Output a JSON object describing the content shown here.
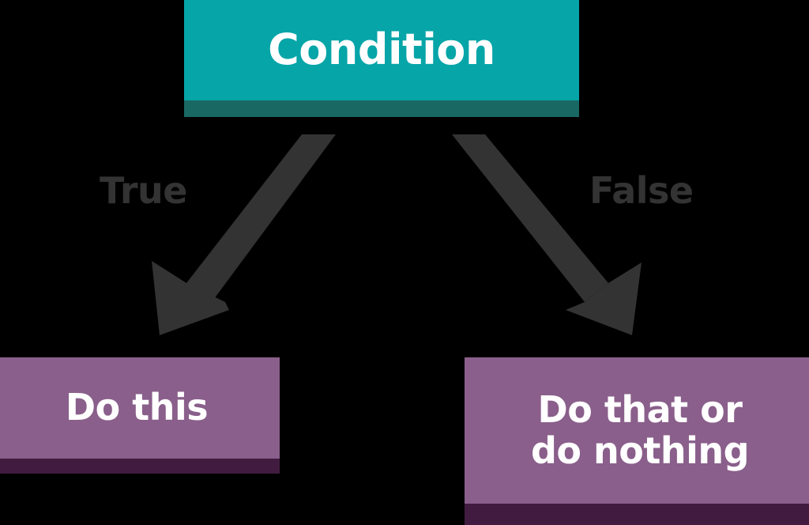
{
  "diagram": {
    "type": "flowchart",
    "title": "if / else conditional flow",
    "background_color": "#000000",
    "nodes": [
      {
        "id": "condition",
        "label": "Condition",
        "shape": "rectangle",
        "fill_color": "#06A5A8",
        "shadow_color": "#196863",
        "text_color": "#FFFFFF"
      },
      {
        "id": "do-this",
        "label": "Do this",
        "shape": "rectangle",
        "fill_color": "#8A5F8B",
        "shadow_color": "#411C40",
        "text_color": "#FFFFFF"
      },
      {
        "id": "do-that",
        "label": "Do that or\ndo nothing",
        "shape": "rectangle",
        "fill_color": "#8A5F8B",
        "shadow_color": "#411C40",
        "text_color": "#FFFFFF"
      }
    ],
    "edges": [
      {
        "id": "edge-true",
        "from": "condition",
        "to": "do-this",
        "label": "True",
        "color": "#333333",
        "direction": "down-left"
      },
      {
        "id": "edge-false",
        "from": "condition",
        "to": "do-that",
        "label": "False",
        "color": "#333333",
        "direction": "down-right"
      }
    ]
  }
}
